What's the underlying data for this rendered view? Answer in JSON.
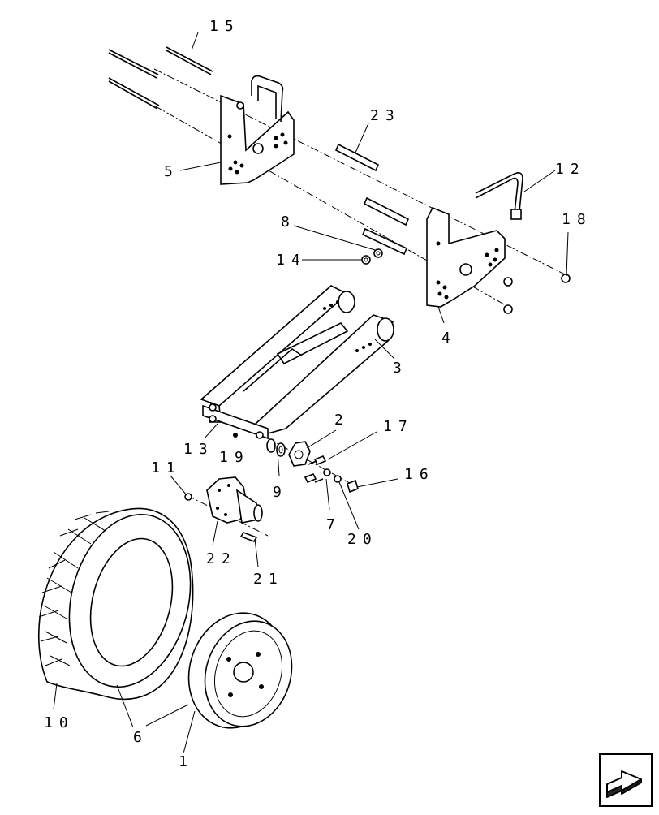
{
  "diagram": {
    "callouts": [
      {
        "id": "c15",
        "text": "15"
      },
      {
        "id": "c23",
        "text": "23"
      },
      {
        "id": "c5",
        "text": "5"
      },
      {
        "id": "c12",
        "text": "12"
      },
      {
        "id": "c18",
        "text": "18"
      },
      {
        "id": "c8",
        "text": "8"
      },
      {
        "id": "c14",
        "text": "14"
      },
      {
        "id": "c4",
        "text": "4"
      },
      {
        "id": "c3",
        "text": "3"
      },
      {
        "id": "c2",
        "text": "2"
      },
      {
        "id": "c17",
        "text": "17"
      },
      {
        "id": "c13",
        "text": "13"
      },
      {
        "id": "c19",
        "text": "19"
      },
      {
        "id": "c11",
        "text": "11"
      },
      {
        "id": "c16",
        "text": "16"
      },
      {
        "id": "c9",
        "text": "9"
      },
      {
        "id": "c7",
        "text": "7"
      },
      {
        "id": "c20",
        "text": "20"
      },
      {
        "id": "c22",
        "text": "22"
      },
      {
        "id": "c21",
        "text": "21"
      },
      {
        "id": "c10",
        "text": "10"
      },
      {
        "id": "c6",
        "text": "6"
      },
      {
        "id": "c1",
        "text": "1"
      }
    ],
    "nav_icon": "next-page-arrow-icon"
  }
}
